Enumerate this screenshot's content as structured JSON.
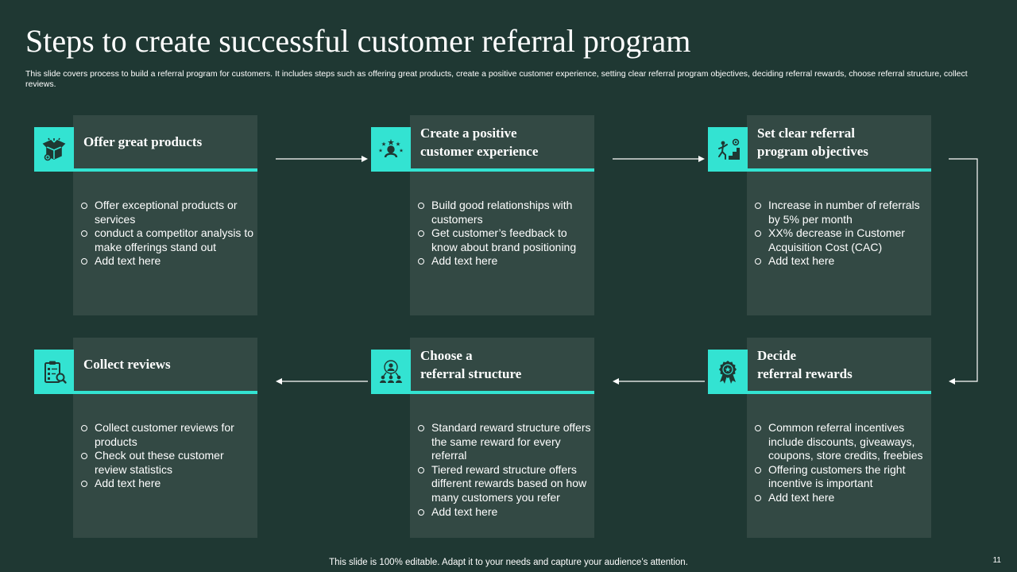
{
  "slide": {
    "title": "Steps to create successful customer referral program",
    "subtitle": "This slide covers process to build a referral program for customers. It includes steps such as offering great products, create a positive customer experience, setting clear referral program objectives, deciding referral rewards, choose referral structure, collect reviews.",
    "footer": "This slide is 100% editable. Adapt it to your needs and capture your audience’s attention.",
    "page_number": "11"
  },
  "colors": {
    "background": "#1f3833",
    "card": "#334944",
    "accent": "#33e3d2"
  },
  "steps": [
    {
      "title_line1": "Offer great products",
      "title_line2": "",
      "icon": "product-box-icon",
      "bullets": [
        "Offer exceptional products or services",
        "conduct a competitor analysis to make offerings stand out",
        "Add text here"
      ]
    },
    {
      "title_line1": "Create a positive",
      "title_line2": "customer experience",
      "icon": "customer-stars-icon",
      "bullets": [
        "Build good relationships with customers",
        "Get customer’s feedback to know about brand positioning",
        "Add text here"
      ]
    },
    {
      "title_line1": "Set clear referral",
      "title_line2": "program objectives",
      "icon": "goal-stairs-icon",
      "bullets": [
        "Increase in number of referrals by 5% per month",
        "XX% decrease in Customer Acquisition Cost (CAC)",
        "Add text here"
      ]
    },
    {
      "title_line1": "Decide",
      "title_line2": "referral rewards",
      "icon": "award-badge-icon",
      "bullets": [
        "Common referral incentives include discounts, giveaways, coupons, store credits, freebies",
        "Offering customers the right incentive is important",
        "Add text here"
      ]
    },
    {
      "title_line1": "Choose a",
      "title_line2": "referral structure",
      "icon": "referral-network-icon",
      "bullets": [
        "Standard reward structure offers the same reward for every referral",
        "Tiered reward structure offers different rewards based on how many customers you refer",
        "Add text here"
      ]
    },
    {
      "title_line1": "Collect reviews",
      "title_line2": "",
      "icon": "review-clipboard-icon",
      "bullets": [
        "Collect customer reviews for products",
        "Check out these customer review statistics",
        "Add text here"
      ]
    }
  ]
}
